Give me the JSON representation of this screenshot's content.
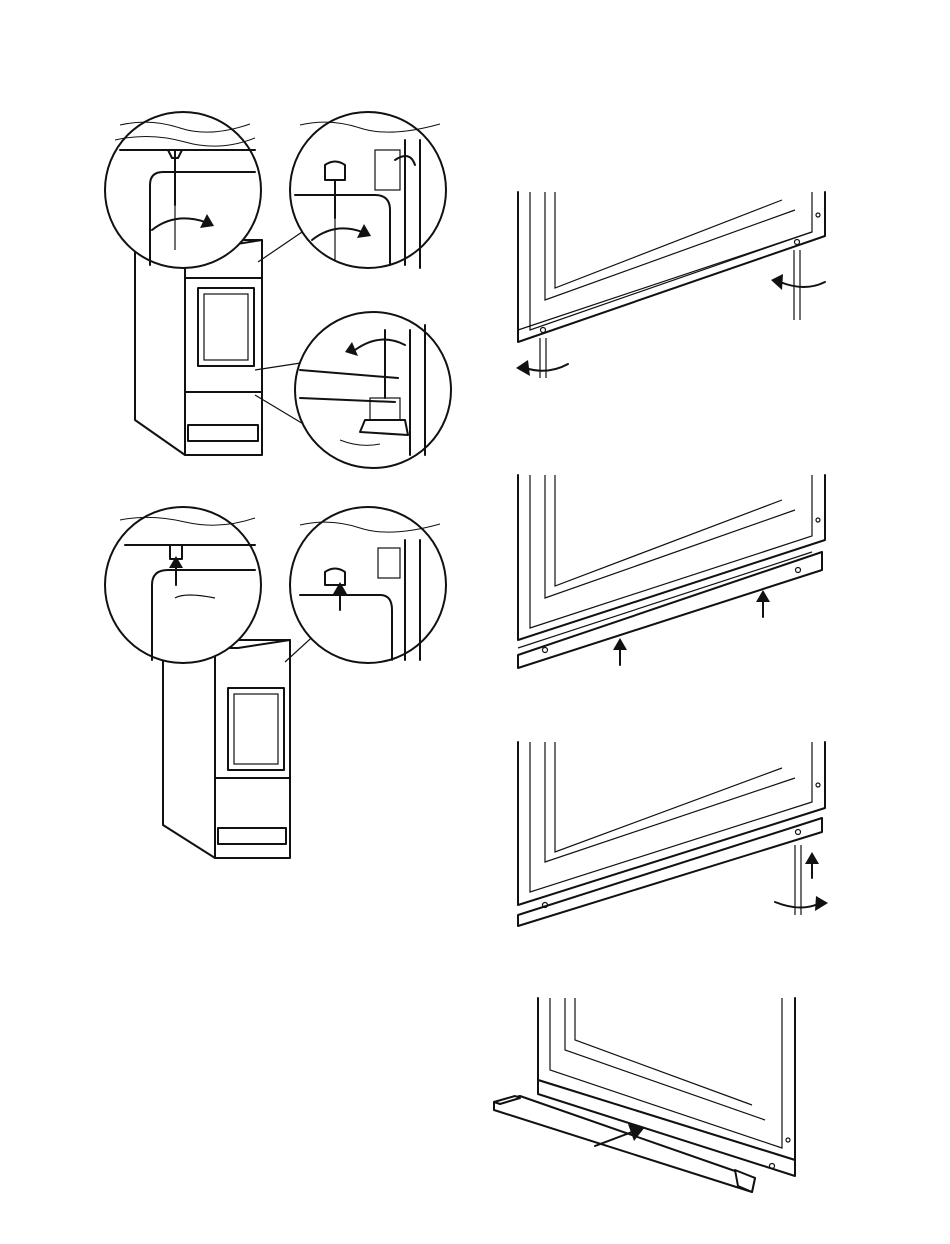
{
  "figures": [
    {
      "id": "fig-a",
      "description_icon": "cabinet-screw-hinge-cover"
    },
    {
      "id": "fig-b",
      "description_icon": "cabinet-clip-insert"
    },
    {
      "id": "fig-c",
      "description_icon": "door-unscrew-bottom"
    },
    {
      "id": "fig-d",
      "description_icon": "door-rail-attach"
    },
    {
      "id": "fig-e",
      "description_icon": "door-rail-screw"
    },
    {
      "id": "fig-f",
      "description_icon": "door-plinth-slide"
    }
  ],
  "colors": {
    "line": "#111111",
    "background": "#ffffff"
  }
}
